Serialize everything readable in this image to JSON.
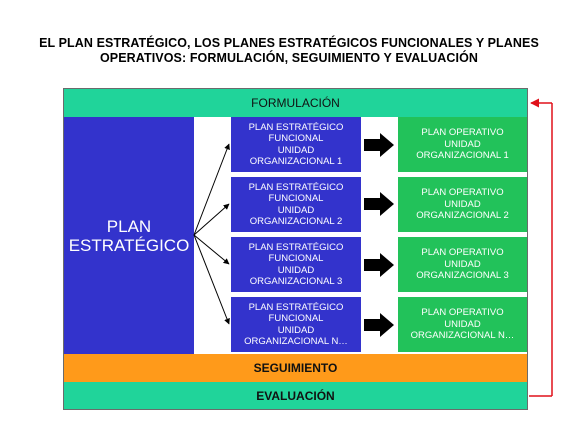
{
  "title": {
    "line1": "EL PLAN ESTRATÉGICO,  LOS PLANES ESTRATÉGICOS FUNCIONALES  Y PLANES",
    "line2": "OPERATIVOS:  FORMULACIÓN,  SEGUIMIENTO  Y EVALUACIÓN"
  },
  "bands": {
    "formulacion": "FORMULACIÓN",
    "seguimiento": "SEGUIMIENTO",
    "evaluacion": "EVALUACIÓN"
  },
  "plan_estrategico": {
    "line1": "PLAN",
    "line2": "ESTRATÉGICO"
  },
  "functional_plans": [
    {
      "l1": "PLAN ESTRATÉGICO",
      "l2": "FUNCIONAL",
      "l3": "UNIDAD",
      "l4": "ORGANIZACIONAL  1"
    },
    {
      "l1": "PLAN ESTRATÉGICO",
      "l2": "FUNCIONAL",
      "l3": "UNIDAD",
      "l4": "ORGANIZACIONAL  2"
    },
    {
      "l1": "PLAN ESTRATÉGICO",
      "l2": "FUNCIONAL",
      "l3": "UNIDAD",
      "l4": "ORGANIZACIONAL  3"
    },
    {
      "l1": "PLAN ESTRATÉGICO",
      "l2": "FUNCIONAL",
      "l3": "UNIDAD",
      "l4": "ORGANIZACIONAL  N…"
    }
  ],
  "operative_plans": [
    {
      "l1": "PLAN OPERATIVO",
      "l2": "UNIDAD",
      "l3": "ORGANIZACIONAL  1"
    },
    {
      "l1": "PLAN OPERATIVO",
      "l2": "UNIDAD",
      "l3": "ORGANIZACIONAL  2"
    },
    {
      "l1": "PLAN OPERATIVO",
      "l2": "UNIDAD",
      "l3": "ORGANIZACIONAL  3"
    },
    {
      "l1": "PLAN OPERATIVO",
      "l2": "UNIDAD",
      "l3": "ORGANIZACIONAL  N…"
    }
  ],
  "colors": {
    "blue": "#3333cc",
    "green_band": "#20d49a",
    "green_box": "#22c25a",
    "orange": "#ff9a1a",
    "feedback_red": "#e0101a"
  }
}
